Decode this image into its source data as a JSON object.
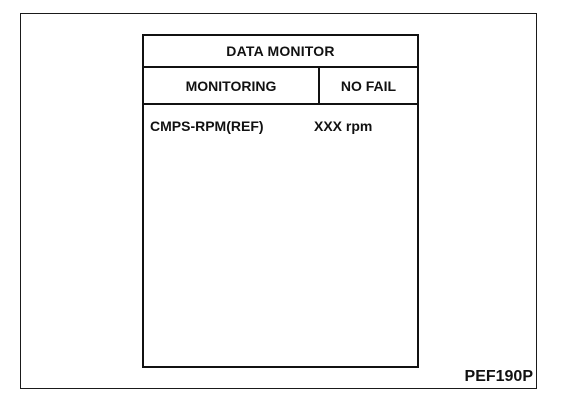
{
  "screen": {
    "title": "DATA MONITOR",
    "status_mode": "MONITORING",
    "status_result": "NO FAIL",
    "items": [
      {
        "label": "CMPS-RPM(REF)",
        "value": "XXX rpm"
      }
    ]
  },
  "figure_code": "PEF190P"
}
